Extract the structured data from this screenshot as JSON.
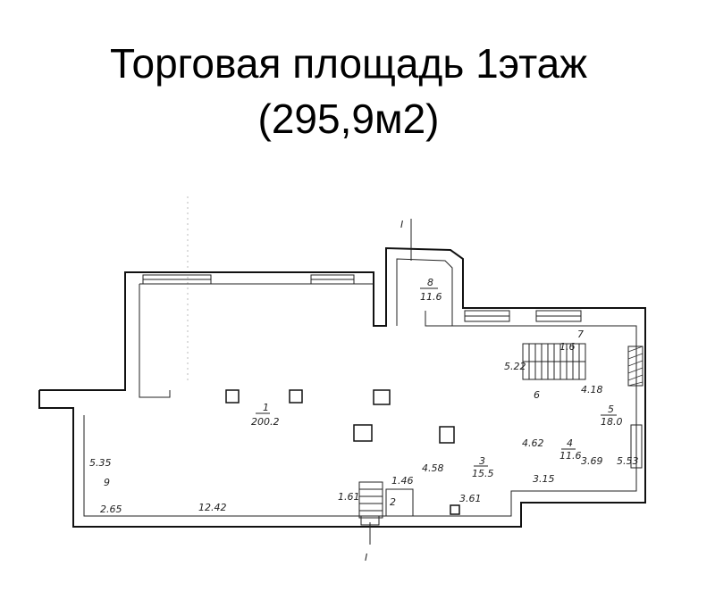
{
  "page": {
    "title_line1": "Торговая площадь 1этаж",
    "title_line2": "(295,9м2)"
  },
  "plan": {
    "section_mark_top": "I",
    "section_mark_bottom": "I",
    "room1_number": "1",
    "room1_area": "200.2",
    "room2_number": "2",
    "room3_number": "3",
    "room3_area": "15.5",
    "room4_number": "4",
    "room4_area": "11.6",
    "room5_number": "5",
    "room5_area": "18.0",
    "room6_number": "6",
    "room7_number": "7",
    "room7_area": "1.6",
    "room8_number": "8",
    "room8_area": "11.6",
    "dim_5_35": "5.35",
    "dim_9": "9",
    "dim_2_65": "2.65",
    "dim_12_42": "12.42",
    "dim_1_46": "1.46",
    "dim_4_58": "4.58",
    "dim_4_62": "4.62",
    "dim_3_69": "3.69",
    "dim_5_53": "5.53",
    "dim_3_61": "3.61",
    "dim_3_15": "3.15",
    "dim_5_22": "5.22",
    "dim_4_18": "4.18",
    "dim_1_61": "1.61"
  }
}
